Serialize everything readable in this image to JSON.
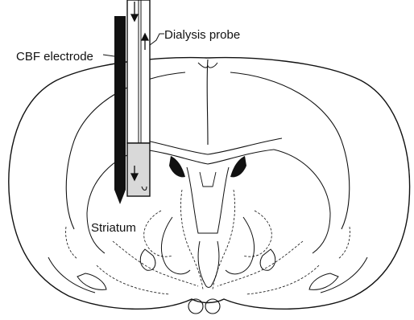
{
  "labels": {
    "dialysis_probe": "Dialysis probe",
    "cbf_electrode": "CBF electrode",
    "striatum": "Striatum"
  },
  "colors": {
    "ink": "#111111",
    "background": "#ffffff",
    "ventricle_fill": "#111111",
    "membrane_fill": "#d9d9d9"
  }
}
